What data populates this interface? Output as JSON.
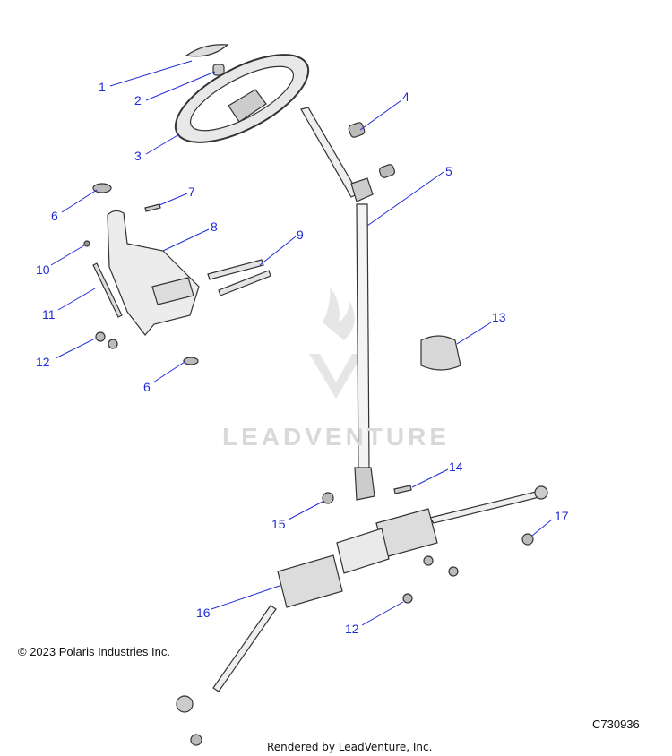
{
  "callouts": {
    "c1": "1",
    "c2": "2",
    "c3": "3",
    "c4": "4",
    "c5": "5",
    "c6a": "6",
    "c6b": "6",
    "c7": "7",
    "c8": "8",
    "c9": "9",
    "c10": "10",
    "c11": "11",
    "c12a": "12",
    "c12b": "12",
    "c13": "13",
    "c14": "14",
    "c15": "15",
    "c16": "16",
    "c17": "17"
  },
  "footer": {
    "copyright": "© 2023 Polaris Industries Inc.",
    "diagram_id": "C730936",
    "rendered_by": "Rendered by LeadVenture, Inc."
  },
  "watermark": {
    "text": "LEADVENTURE"
  },
  "colors": {
    "callout": "#1f2bd6",
    "line": "#1f2bd6",
    "part_stroke": "#333333"
  }
}
